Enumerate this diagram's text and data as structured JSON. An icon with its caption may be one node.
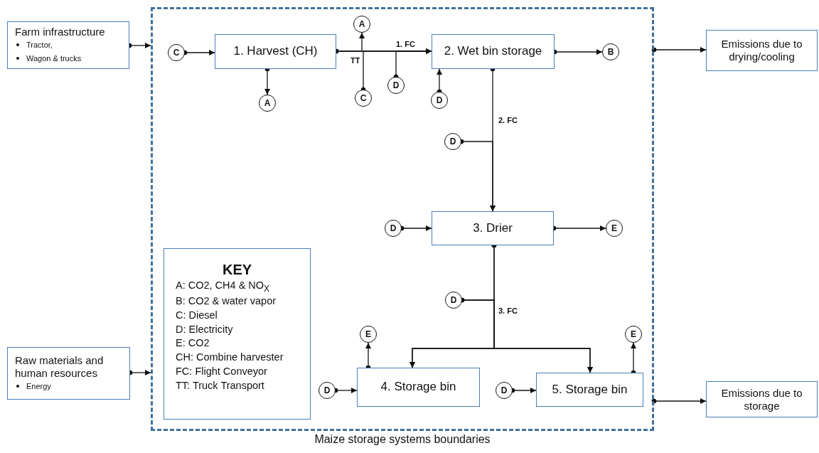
{
  "diagram": {
    "nodes": [
      {
        "text": [
          "Maize storage systems boundaries"
        ]
      },
      {
        "text": [
          "Farm infrastructure",
          "Tractor,",
          "Wagon & trucks"
        ]
      },
      {
        "text": [
          "Raw materials and human resources",
          "Energy"
        ]
      },
      {
        "text": [
          "Emissions due to drying/cooling"
        ]
      },
      {
        "text": [
          "Emissions due to storage"
        ]
      },
      {
        "text": [
          "1.  Harvest  (CH)"
        ],
        "in": 0
      },
      {
        "text": [
          "2. Wet  bin storage"
        ],
        "in": 0
      },
      {
        "text": [
          "3. Drier"
        ],
        "in": 0
      },
      {
        "text": [
          "4. Storage bin"
        ],
        "in": 0
      },
      {
        "text": [
          "5. Storage bin"
        ],
        "in": 0
      },
      {
        "text": [
          "KEY",
          "A: CO2, CH4 & NO$_{X}$",
          "B: CO2 & water vapor",
          "C: Diesel",
          "D: Electricity",
          "E: CO2",
          "CH: Combine harvester",
          "FC: Flight Conveyor",
          "TT: Truck Transport"
        ],
        "in": 0
      },
      {
        "text": [
          "C"
        ],
        "in": 0
      },
      {
        "text": [
          "A"
        ],
        "in": 0
      },
      {
        "text": [
          "A"
        ],
        "in": 0
      },
      {
        "text": [
          "C"
        ],
        "in": 0
      },
      {
        "text": [
          "D"
        ],
        "in": 0
      },
      {
        "text": [
          "D"
        ],
        "in": 0
      },
      {
        "text": [
          "B"
        ],
        "in": 0
      },
      {
        "text": [
          "D"
        ],
        "in": 0
      },
      {
        "text": [
          "D"
        ],
        "in": 0
      },
      {
        "text": [
          "E"
        ],
        "in": 0
      },
      {
        "text": [
          "D"
        ],
        "in": 0
      },
      {
        "text": [
          "E"
        ],
        "in": 0
      },
      {
        "text": [
          "D"
        ],
        "in": 0
      },
      {
        "text": [
          "D"
        ],
        "in": 0
      },
      {
        "text": [
          "E"
        ],
        "in": 0
      }
    ],
    "edges": [
      {
        "from": 1,
        "to": 0,
        "arrow": "to"
      },
      {
        "from": 2,
        "to": 0,
        "arrow": "to"
      },
      {
        "from": 0,
        "to": 3,
        "arrow": "to"
      },
      {
        "from": 0,
        "to": 4,
        "arrow": "to"
      },
      {
        "from": 11,
        "to": 5,
        "arrow": "to"
      },
      {
        "from": 5,
        "to": 12,
        "arrow": "to"
      },
      {
        "from": 5,
        "to": 6,
        "arrow": "to",
        "label": "1. FC"
      },
      {
        "from": 5,
        "to": 13,
        "arrow": "to"
      },
      {
        "from": 14,
        "to": 6,
        "arrow": "to"
      },
      {
        "from": 15,
        "to": 6,
        "arrow": "to"
      },
      {
        "from": 16,
        "to": 6,
        "arrow": "to"
      },
      {
        "from": 6,
        "to": 17,
        "arrow": "to"
      },
      {
        "from": 6,
        "to": 7,
        "arrow": "to",
        "label": "2. FC"
      },
      {
        "from": 18,
        "to": 7,
        "arrow": "to"
      },
      {
        "from": 19,
        "to": 7,
        "arrow": "to"
      },
      {
        "from": 7,
        "to": 20,
        "arrow": "to"
      },
      {
        "from": 7,
        "to": 8,
        "arrow": "to",
        "label": "3. FC"
      },
      {
        "from": 7,
        "to": 9,
        "arrow": "to"
      },
      {
        "from": 21,
        "to": 8,
        "arrow": "to"
      },
      {
        "from": 21,
        "to": 9,
        "arrow": "to"
      },
      {
        "from": 8,
        "to": 22,
        "arrow": "to"
      },
      {
        "from": 23,
        "to": 8,
        "arrow": "to"
      },
      {
        "from": 24,
        "to": 9,
        "arrow": "to"
      },
      {
        "from": 9,
        "to": 25,
        "arrow": "to"
      }
    ],
    "labels": [
      "TT"
    ]
  }
}
